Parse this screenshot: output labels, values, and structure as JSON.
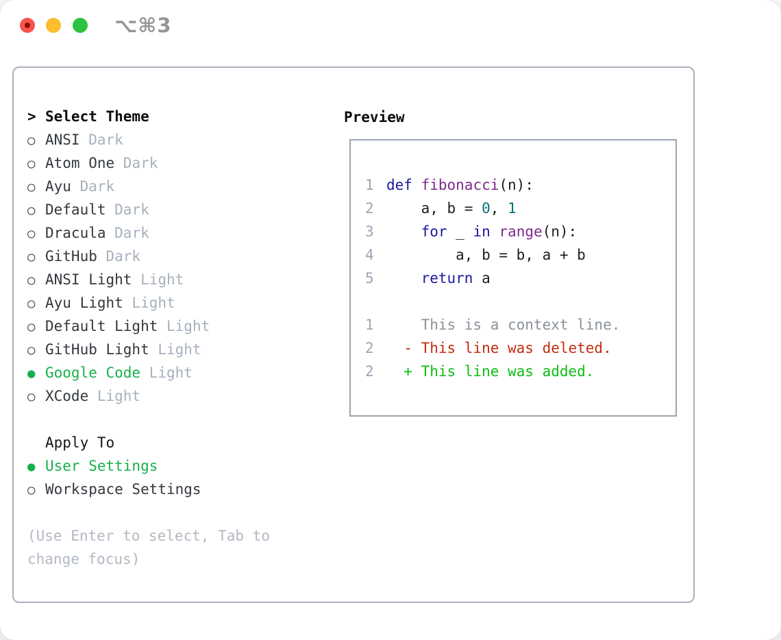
{
  "window": {
    "title": "⌥⌘3",
    "traffic_lights": [
      "close",
      "minimize",
      "zoom"
    ]
  },
  "theme_selector": {
    "header_prefix": ">",
    "header": "Select Theme",
    "items": [
      {
        "name": "ANSI",
        "tag": "Dark",
        "selected": false
      },
      {
        "name": "Atom One",
        "tag": "Dark",
        "selected": false
      },
      {
        "name": "Ayu",
        "tag": "Dark",
        "selected": false
      },
      {
        "name": "Default",
        "tag": "Dark",
        "selected": false
      },
      {
        "name": "Dracula",
        "tag": "Dark",
        "selected": false
      },
      {
        "name": "GitHub",
        "tag": "Dark",
        "selected": false
      },
      {
        "name": "ANSI Light",
        "tag": "Light",
        "selected": false
      },
      {
        "name": "Ayu Light",
        "tag": "Light",
        "selected": false
      },
      {
        "name": "Default Light",
        "tag": "Light",
        "selected": false
      },
      {
        "name": "GitHub Light",
        "tag": "Light",
        "selected": false
      },
      {
        "name": "Google Code",
        "tag": "Light",
        "selected": true
      },
      {
        "name": "XCode",
        "tag": "Light",
        "selected": false
      }
    ]
  },
  "apply_to": {
    "header": "Apply To",
    "options": [
      {
        "label": "User Settings",
        "selected": true
      },
      {
        "label": "Workspace Settings",
        "selected": false
      }
    ]
  },
  "hint": "(Use Enter to select, Tab to change focus)",
  "preview": {
    "header": "Preview",
    "code_lines": [
      {
        "num": "1",
        "tokens": [
          {
            "t": "def",
            "c": "kw"
          },
          {
            "t": " ",
            "c": "pl"
          },
          {
            "t": "fibonacci",
            "c": "fn"
          },
          {
            "t": "(n):",
            "c": "pl"
          }
        ]
      },
      {
        "num": "2",
        "tokens": [
          {
            "t": "    a, b = ",
            "c": "pl"
          },
          {
            "t": "0",
            "c": "num"
          },
          {
            "t": ", ",
            "c": "pl"
          },
          {
            "t": "1",
            "c": "num"
          }
        ]
      },
      {
        "num": "3",
        "tokens": [
          {
            "t": "    ",
            "c": "pl"
          },
          {
            "t": "for",
            "c": "kw"
          },
          {
            "t": " _ ",
            "c": "pl"
          },
          {
            "t": "in",
            "c": "kw"
          },
          {
            "t": " ",
            "c": "pl"
          },
          {
            "t": "range",
            "c": "fn"
          },
          {
            "t": "(n):",
            "c": "pl"
          }
        ]
      },
      {
        "num": "4",
        "tokens": [
          {
            "t": "        a, b = b, a + b",
            "c": "pl"
          }
        ]
      },
      {
        "num": "5",
        "tokens": [
          {
            "t": "    ",
            "c": "pl"
          },
          {
            "t": "return",
            "c": "kw"
          },
          {
            "t": " a",
            "c": "pl"
          }
        ]
      }
    ],
    "diff_lines": [
      {
        "num": "1",
        "text": "    This is a context line.",
        "kind": "context"
      },
      {
        "num": "2",
        "text": "  - This line was deleted.",
        "kind": "deleted"
      },
      {
        "num": "2",
        "text": "  + This line was added.",
        "kind": "added"
      }
    ]
  },
  "colors": {
    "green_accent": "#17b04b",
    "keyword": "#1a18a0",
    "function": "#7e2a8c",
    "number": "#0b7077",
    "plain": "#1b1d20",
    "line_number": "#9aa5b3",
    "context": "#8a9199",
    "deleted": "#c32b10",
    "added": "#0cbd12",
    "panel_border": "#a8b1bc",
    "box_border": "#9aa4b0",
    "tag_text": "#a6b0bd",
    "hint_text": "#b1b9c3"
  }
}
